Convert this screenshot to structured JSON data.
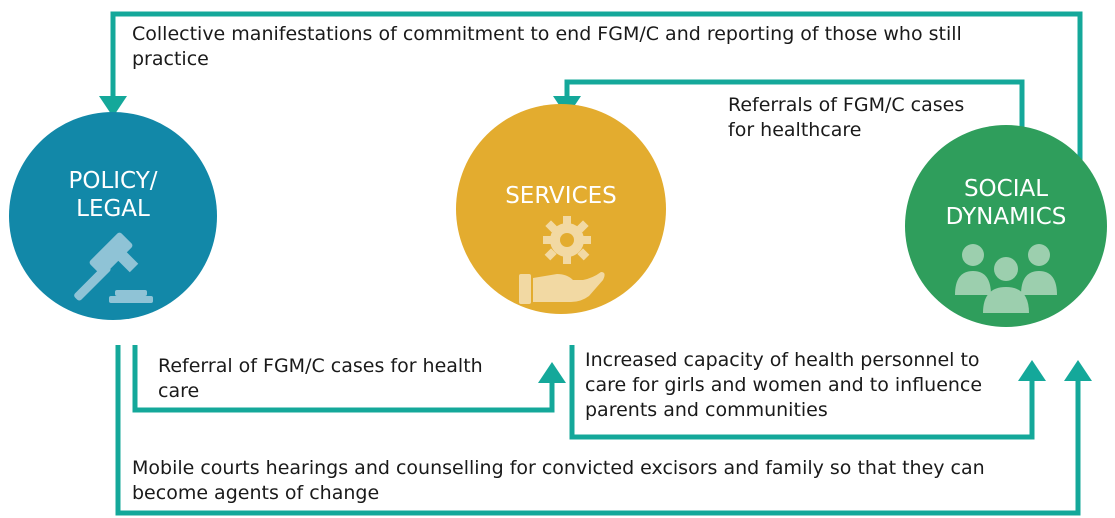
{
  "nodes": [
    {
      "id": "policy",
      "title": "POLICY/\nLEGAL",
      "color": "#1288a8",
      "icon": "gavel-icon"
    },
    {
      "id": "services",
      "title": "SERVICES",
      "color": "#e3ac2f",
      "icon": "hand-gear-icon"
    },
    {
      "id": "social",
      "title": "SOCIAL\nDYNAMICS",
      "color": "#2f9e5c",
      "icon": "people-group-icon"
    }
  ],
  "flows": [
    {
      "from": "social",
      "to": "policy",
      "label": "Collective manifestations of commitment to end FGM/C and reporting of those who still practice"
    },
    {
      "from": "social",
      "to": "services",
      "label": "Referrals of FGM/C cases for healthcare"
    },
    {
      "from": "policy",
      "to": "services",
      "label": "Referral of FGM/C cases for health care"
    },
    {
      "from": "services",
      "to": "social",
      "label": "Increased capacity of health personnel to care for girls and women and to influence parents and communities"
    },
    {
      "from": "policy",
      "to": "social",
      "label": "Mobile courts hearings and counselling for convicted excisors and family so that they can become agents of change"
    }
  ],
  "colors": {
    "arrow": "#14a89a",
    "text": "#1a1a1a"
  }
}
